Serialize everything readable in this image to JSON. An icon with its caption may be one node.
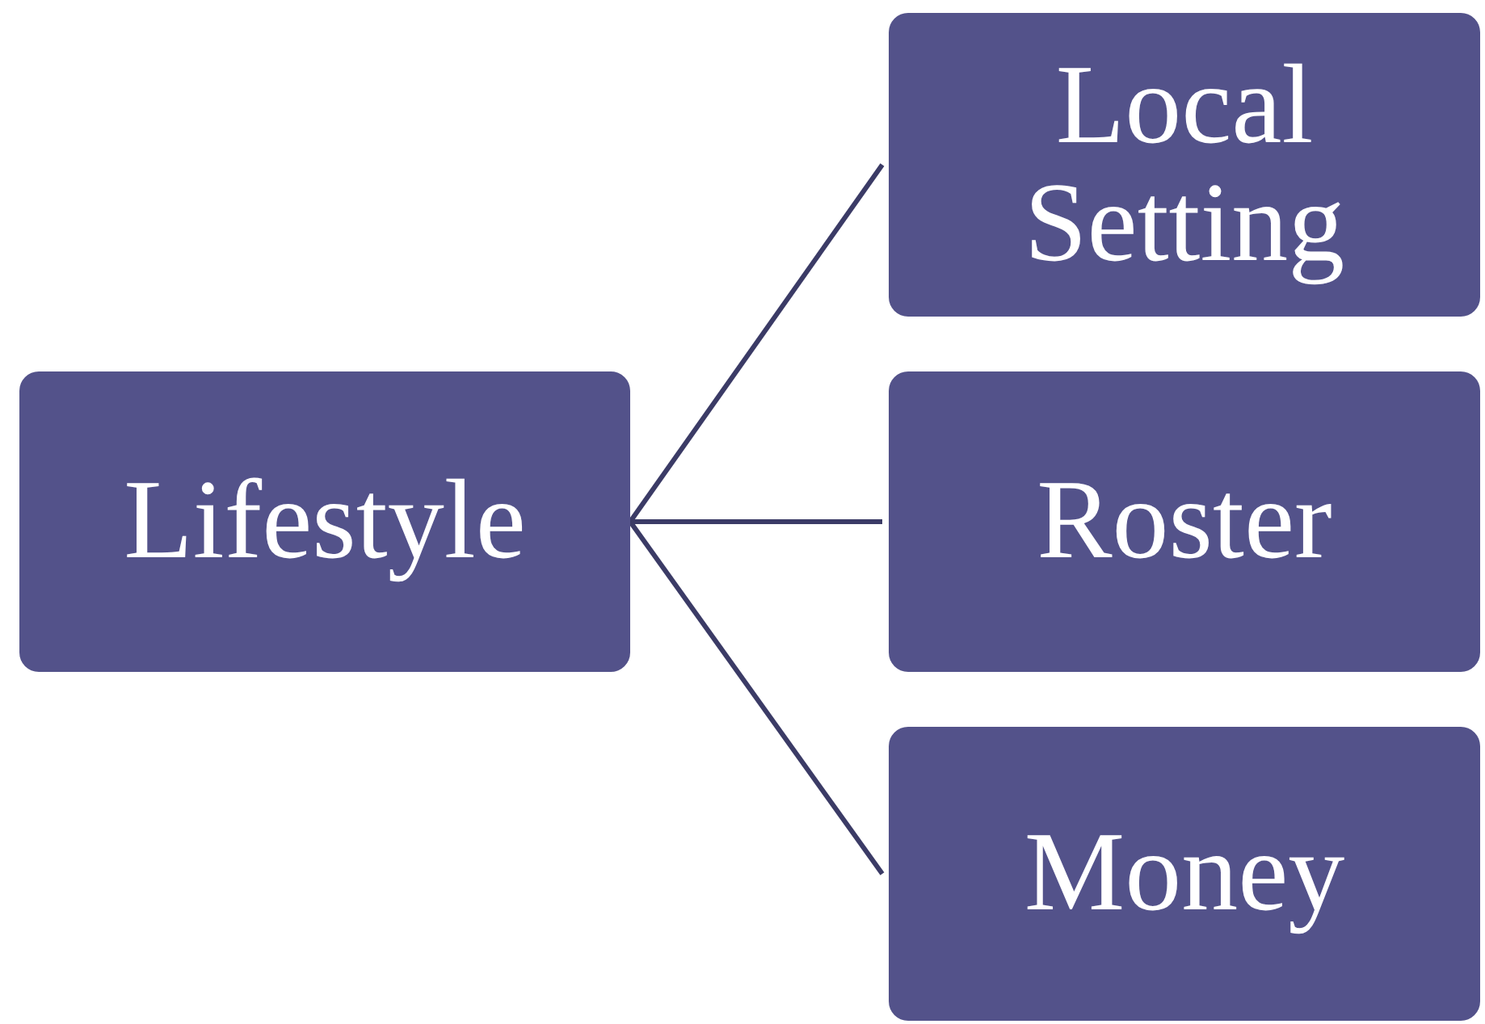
{
  "diagram": {
    "nodes": [
      {
        "text": [
          "Lifestyle"
        ]
      },
      {
        "text": [
          "Local Setting"
        ]
      },
      {
        "text": [
          "Roster"
        ]
      },
      {
        "text": [
          "Money"
        ]
      }
    ],
    "edges": [
      {
        "from": 0,
        "to": 1,
        "arrow": "none"
      },
      {
        "from": 0,
        "to": 2,
        "arrow": "none"
      },
      {
        "from": 0,
        "to": 3,
        "arrow": "none"
      }
    ]
  }
}
